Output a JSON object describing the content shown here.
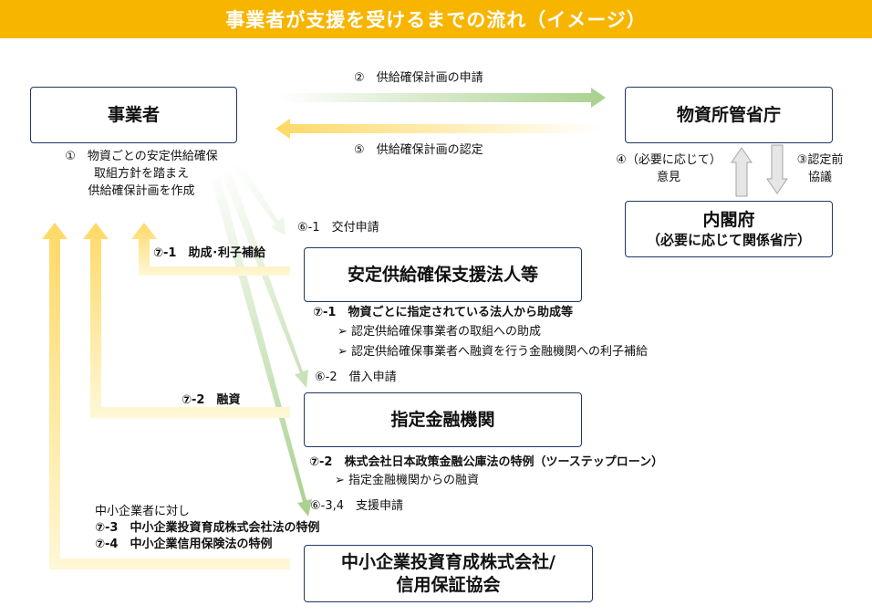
{
  "title": "事業者が支援を受けるまでの流れ（イメージ）",
  "boxes": {
    "business": "事業者",
    "ministry": "物資所管省庁",
    "cabinet": "内閣府",
    "cabinet_sub": "（必要に応じて関係省庁）",
    "support_corp": "安定供給確保支援法人等",
    "designated_bank": "指定金融機関",
    "sme_line1": "中小企業投資育成株式会社/",
    "sme_line2": "信用保証協会"
  },
  "labels": {
    "step1_line1": "①　物資ごとの安定供給確保",
    "step1_line2": "取組方針を踏まえ",
    "step1_line3": "供給確保計画を作成",
    "step2": "②　供給確保計画の申請",
    "step5": "⑤　供給確保計画の認定",
    "step4_line1": "④（必要に応じて）",
    "step4_line2": "意見",
    "step3_line1": "③認定前",
    "step3_line2": "協議",
    "step6_1": "⑥-1　交付申請",
    "step7_1": "⑦-1　助成･利子補給",
    "step7_1_detail": "⑦-1　物資ごとに指定されている法人から助成等",
    "step7_1_bullet1": "➢ 認定供給確保事業者の取組への助成",
    "step7_1_bullet2": "➢ 認定供給確保事業者へ融資を行う金融機関への利子補給",
    "step6_2": "⑥-2　借入申請",
    "step7_2": "⑦-2　融資",
    "step7_2_detail": "⑦-2　株式会社日本政策金融公庫法の特例（ツーステップローン）",
    "step7_2_bullet1": "➢ 指定金融機関からの融資",
    "step6_34": "⑥-3,4　支援申請",
    "sme_note": "中小企業者に対し",
    "step7_3": "⑦-3　中小企業投資育成株式会社法の特例",
    "step7_4": "⑦-4　中小企業信用保険法の特例"
  },
  "colors": {
    "banner": "#f7b500",
    "box_border": "#1f3864",
    "green_arrow": "#a9d18e",
    "yellow_arrow": "#ffd966",
    "gray_arrow": "#d9d9d9"
  }
}
